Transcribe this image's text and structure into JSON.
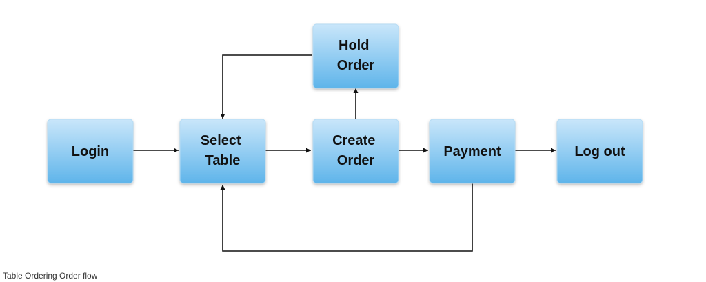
{
  "nodes": {
    "login": {
      "lines": [
        "Login"
      ]
    },
    "select_table": {
      "lines": [
        "Select",
        "Table"
      ]
    },
    "create_order": {
      "lines": [
        "Create",
        "Order"
      ]
    },
    "hold_order": {
      "lines": [
        "Hold",
        "Order"
      ]
    },
    "payment": {
      "lines": [
        "Payment"
      ]
    },
    "log_out": {
      "lines": [
        "Log out"
      ]
    }
  },
  "edges": [
    {
      "from": "login",
      "to": "select_table"
    },
    {
      "from": "select_table",
      "to": "create_order"
    },
    {
      "from": "create_order",
      "to": "payment"
    },
    {
      "from": "payment",
      "to": "log_out"
    },
    {
      "from": "create_order",
      "to": "hold_order"
    },
    {
      "from": "hold_order",
      "to": "select_table"
    },
    {
      "from": "payment",
      "to": "select_table"
    }
  ],
  "caption": "Table Ordering Order flow",
  "colors": {
    "box_top": "#c9e6fa",
    "box_bottom": "#5eb4ea",
    "line": "#111111",
    "text": "#111111"
  }
}
